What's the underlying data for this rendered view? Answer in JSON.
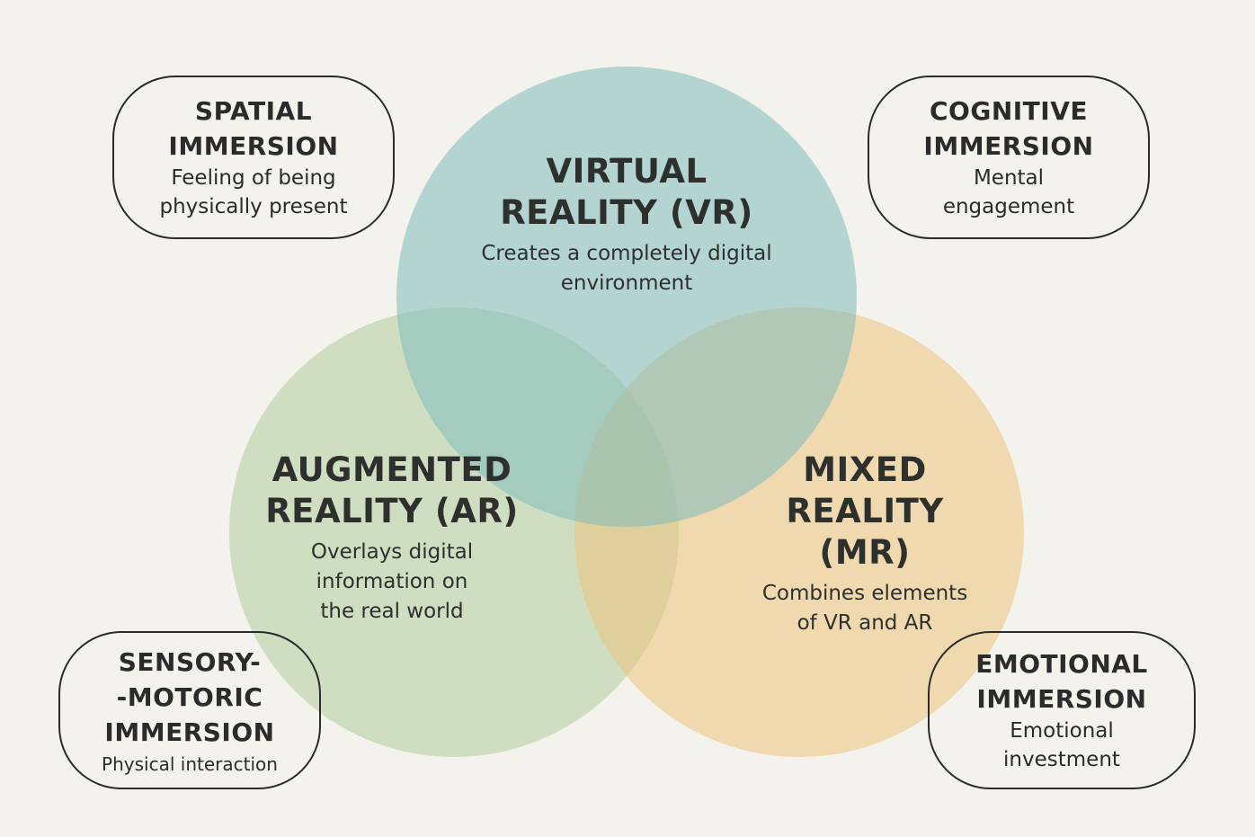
{
  "colors": {
    "background": "#f4f2ec",
    "vr_circle": "#7fbcbc",
    "ar_circle": "#a9c896",
    "mr_circle": "#edc37d",
    "text": "#2b2b2b"
  },
  "circles": {
    "vr": {
      "title_lines": [
        "VIRTUAL",
        "REALITY (VR)"
      ],
      "desc_lines": [
        "Creates a completely digital",
        "environment"
      ]
    },
    "ar": {
      "title_lines": [
        "AUGMENTED",
        "REALITY (AR)"
      ],
      "desc_lines": [
        "Overlays digital",
        "information on",
        "the real world"
      ]
    },
    "mr": {
      "title_lines": [
        "MIXED",
        "REALITY",
        "(MR)"
      ],
      "desc_lines": [
        "Combines elements",
        "of VR and AR"
      ]
    }
  },
  "pills": {
    "spatial": {
      "title_lines": [
        "SPATIAL",
        "IMMERSION"
      ],
      "desc_lines": [
        "Feeling of being",
        "physically present"
      ]
    },
    "cognitive": {
      "title_lines": [
        "COGNITIVE",
        "IMMERSION"
      ],
      "desc_lines": [
        "Mental",
        "engagement"
      ]
    },
    "sensory": {
      "title_lines": [
        "SENSORY-",
        "-MOTORIC",
        "IMMERSION"
      ],
      "desc_lines": [
        "Physical interaction"
      ]
    },
    "emotional": {
      "title_lines": [
        "EMOTIONAL",
        "IMMERSION"
      ],
      "desc_lines": [
        "Emotional",
        "investment"
      ]
    }
  }
}
